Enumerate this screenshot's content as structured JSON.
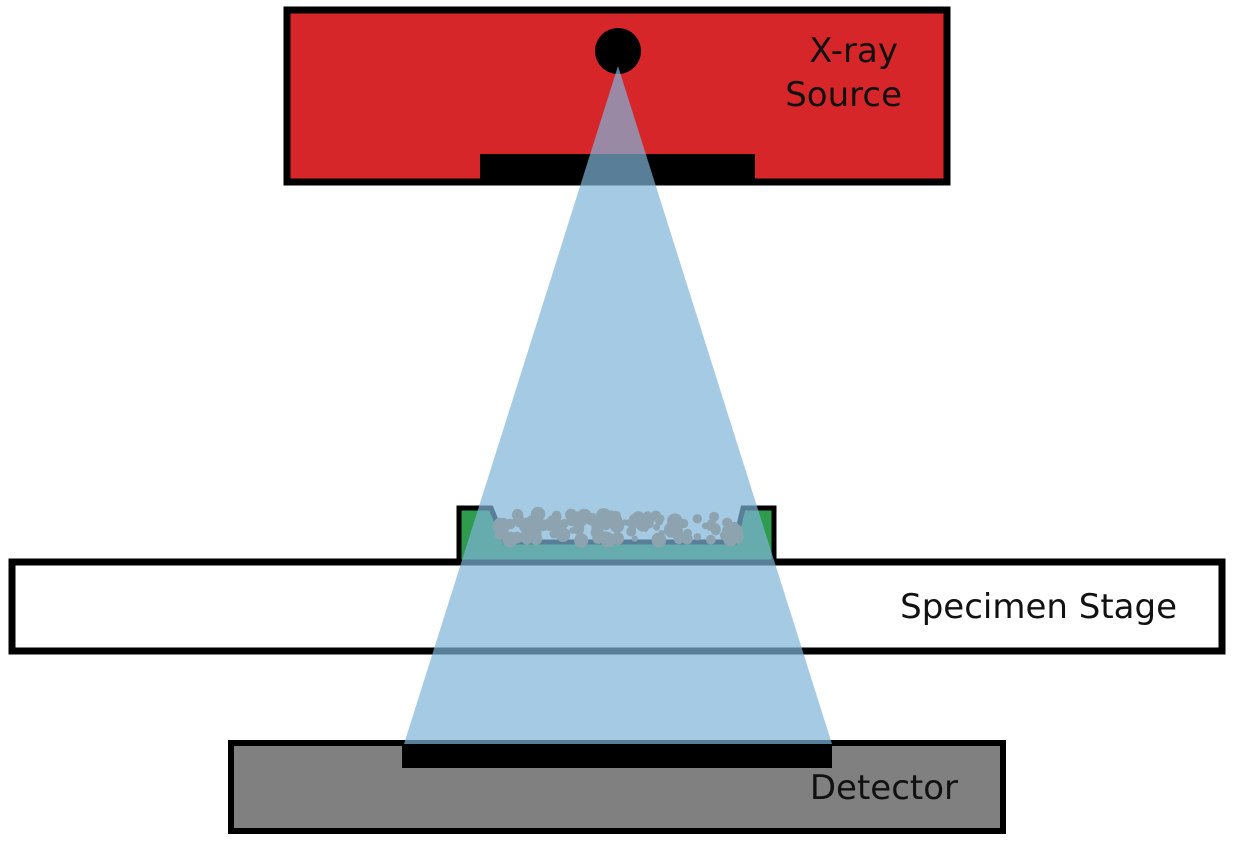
{
  "labels": {
    "source_line1": "X-ray",
    "source_line2": "Source",
    "stage": "Specimen Stage",
    "detector": "Detector"
  },
  "colors": {
    "source": "#d7262a",
    "beam": "#7fb3d9",
    "stage": "#ffffff",
    "detector": "#808080",
    "sample_holder": "#2e9b4f",
    "particles": "#b08050",
    "outline": "#000000"
  },
  "icons": {
    "source_focal_spot": "circle",
    "sample_particles": "circle-cluster"
  }
}
